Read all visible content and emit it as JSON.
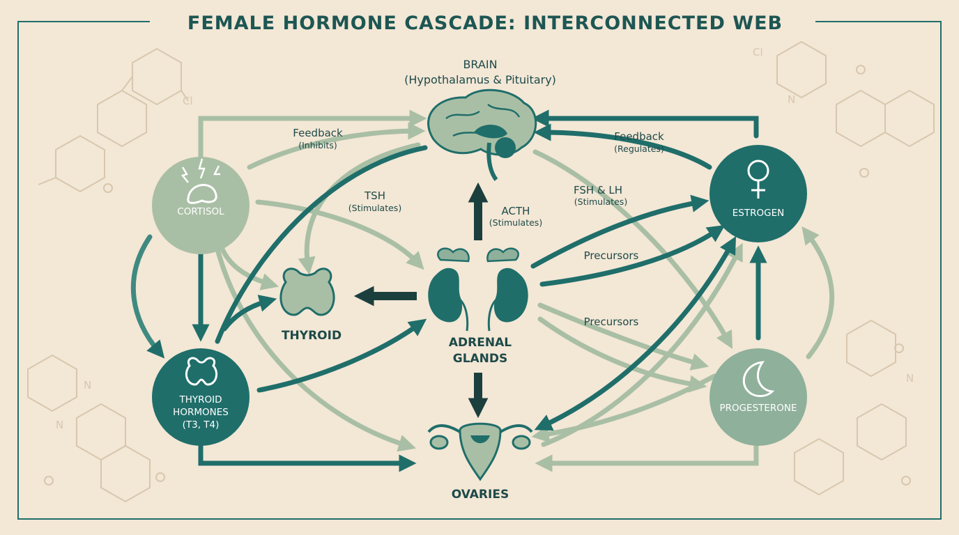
{
  "title": "FEMALE HORMONE CASCADE: INTERCONNECTED WEB",
  "colors": {
    "background": "#f3e7d6",
    "dark_teal": "#1f6e6a",
    "light_sage": "#a9bfa5",
    "mid_sage": "#8fb09a",
    "text": "#1d4a48"
  },
  "brain": {
    "label": "BRAIN",
    "sublabel": "(Hypothalamus & Pituitary)"
  },
  "thyroid": {
    "label": "THYROID"
  },
  "adrenal": {
    "line1": "ADRENAL",
    "line2": "GLANDS"
  },
  "ovaries": {
    "label": "OVARIES"
  },
  "nodes": {
    "cortisol": {
      "label": "CORTISOL",
      "icon": "stress-adrenal-icon"
    },
    "thyroid_hormones": {
      "line1": "THYROID",
      "line2": "HORMONES",
      "line3": "(T3, T4)",
      "icon": "thyroid-gland-icon"
    },
    "estrogen": {
      "label": "ESTROGEN",
      "icon": "female-symbol-icon"
    },
    "progesterone": {
      "label": "PROGESTERONE",
      "icon": "crescent-moon-icon"
    }
  },
  "labels": {
    "feedback_left": {
      "main": "Feedback",
      "sub": "(Inhibits)"
    },
    "tsh": {
      "main": "TSH",
      "sub": "(Stimulates)"
    },
    "acth": {
      "main": "ACTH",
      "sub": "(Stimulates)"
    },
    "fsh_lh": {
      "main": "FSH & LH",
      "sub": "(Stimulates)"
    },
    "feedback_right": {
      "main": "Feedback",
      "sub": "(Regulates)"
    },
    "precursors_1": "Precursors",
    "precursors_2": "Precursors"
  },
  "watermark": {
    "atom_cl": "Cl",
    "atom_n": "N",
    "atom_o": "O"
  }
}
